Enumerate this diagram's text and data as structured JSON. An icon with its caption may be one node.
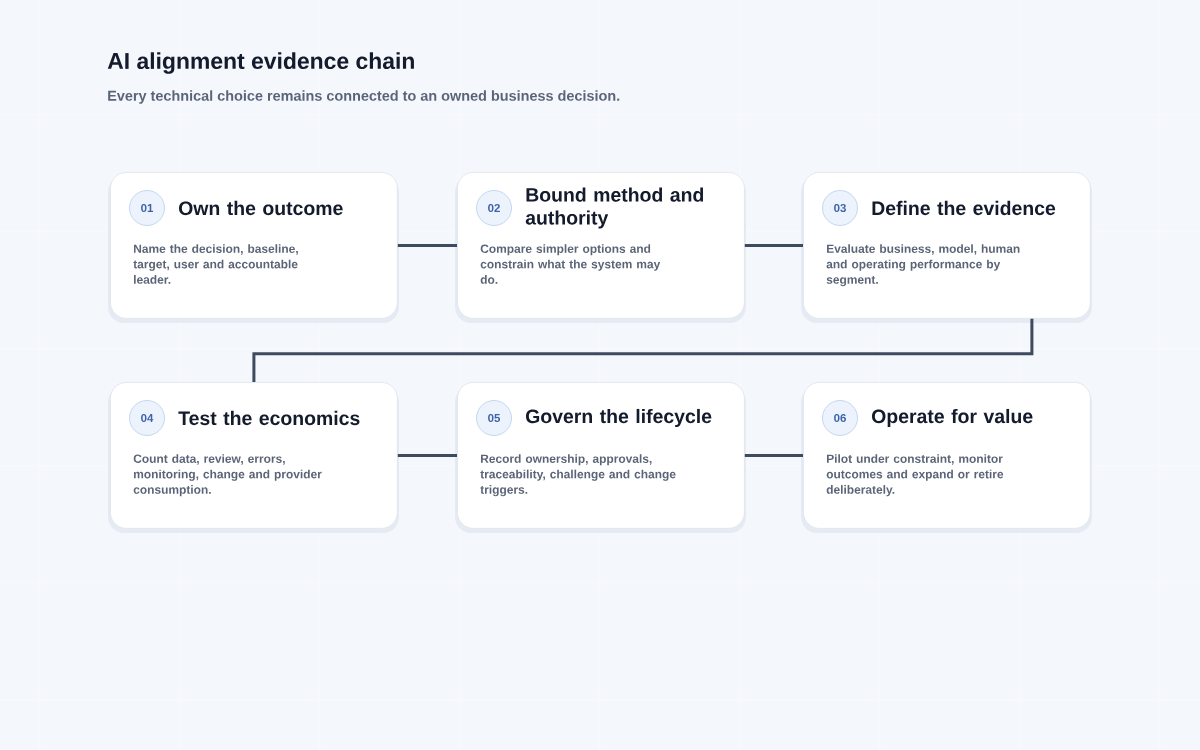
{
  "diagram": {
    "title": "AI alignment evidence chain",
    "caption": "Every technical choice remains connected to an owned business decision.",
    "nodes": [
      {
        "text": [
          "01",
          "Own the outcome",
          "Name the decision, baseline, target, user and accountable leader."
        ]
      },
      {
        "text": [
          "02",
          "Bound method and authority",
          "Compare simpler options and constrain what the system may do."
        ]
      },
      {
        "text": [
          "03",
          "Define the evidence",
          "Evaluate business, model, human and operating performance by segment."
        ]
      },
      {
        "text": [
          "04",
          "Test the economics",
          "Count data, review, errors, monitoring, change and provider consumption."
        ]
      },
      {
        "text": [
          "05",
          "Govern the lifecycle",
          "Record ownership, approvals, traceability, challenge and change triggers."
        ]
      },
      {
        "text": [
          "06",
          "Operate for value",
          "Pilot under constraint, monitor outcomes and expand or retire deliberately."
        ]
      }
    ],
    "edges": [
      {
        "from": 0,
        "to": 1,
        "arrow": "none"
      },
      {
        "from": 1,
        "to": 2,
        "arrow": "none"
      },
      {
        "from": 2,
        "to": 3,
        "arrow": "none"
      },
      {
        "from": 3,
        "to": 4,
        "arrow": "none"
      },
      {
        "from": 4,
        "to": 5,
        "arrow": "none"
      }
    ]
  }
}
